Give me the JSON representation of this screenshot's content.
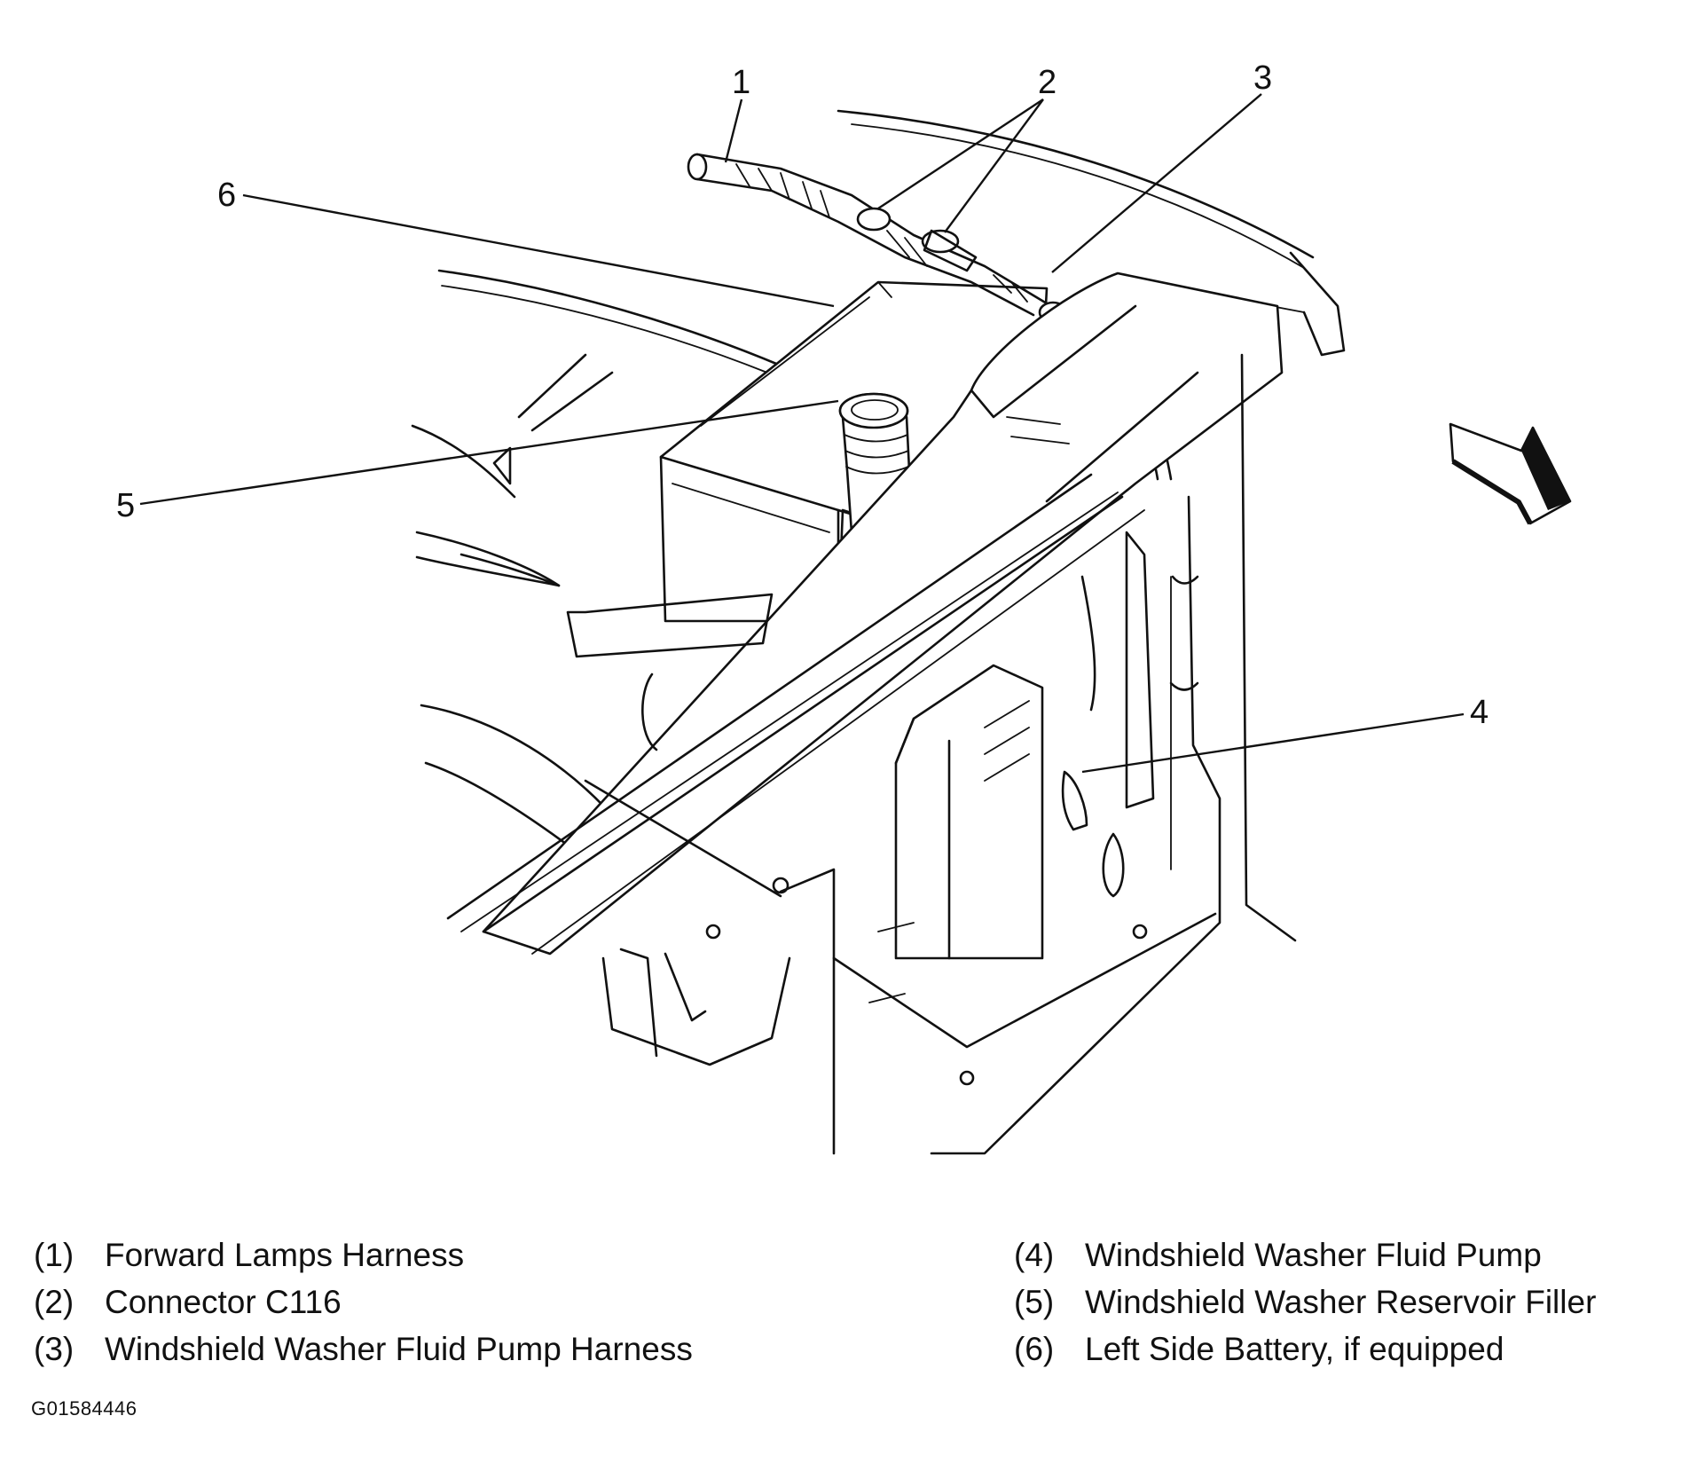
{
  "diagram": {
    "callouts": [
      "1",
      "2",
      "3",
      "4",
      "5",
      "6"
    ]
  },
  "legend": {
    "left": [
      {
        "num": "(1)",
        "label": "Forward Lamps Harness"
      },
      {
        "num": "(2)",
        "label": "Connector C116"
      },
      {
        "num": "(3)",
        "label": "Windshield Washer Fluid Pump Harness"
      }
    ],
    "right": [
      {
        "num": "(4)",
        "label": "Windshield Washer Fluid Pump"
      },
      {
        "num": "(5)",
        "label": "Windshield Washer Reservoir Filler"
      },
      {
        "num": "(6)",
        "label": "Left Side Battery, if equipped"
      }
    ]
  },
  "figure_code": "G01584446",
  "colors": {
    "ink": "#111111",
    "background": "#ffffff"
  }
}
